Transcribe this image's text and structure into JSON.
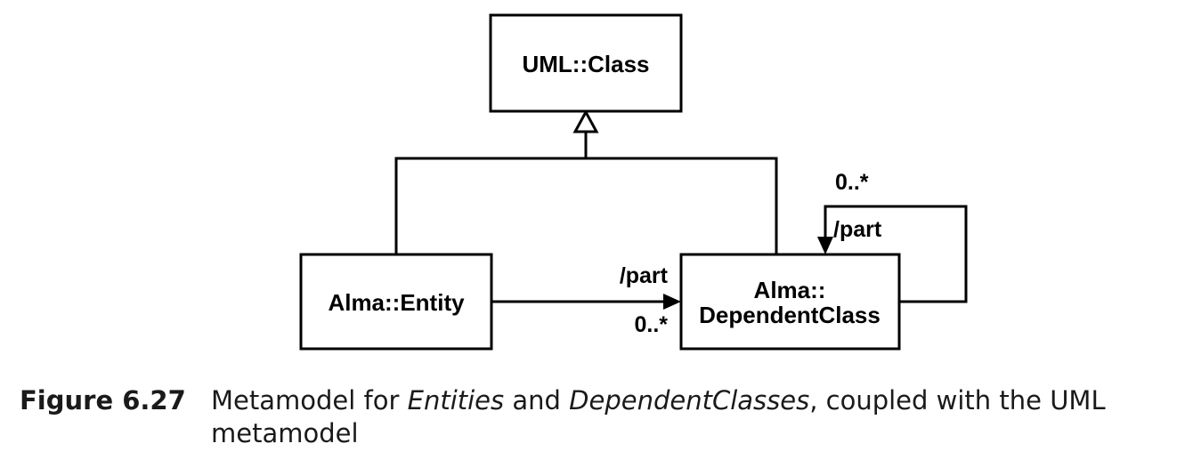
{
  "diagram": {
    "classes": {
      "uml_class": "UML::Class",
      "entity": "Alma::Entity",
      "dependent_line1": "Alma::",
      "dependent_line2": "DependentClass"
    },
    "associations": {
      "entity_to_dependent_role": "/part",
      "entity_to_dependent_multiplicity": "0..*",
      "self_role": "/part",
      "self_multiplicity": "0..*"
    }
  },
  "caption": {
    "label": "Figure 6.27",
    "text_part1": "Metamodel for ",
    "emph1": "Entities",
    "text_part2": " and ",
    "emph2": "DependentClasses",
    "text_part3": ", coupled with the UML metamodel"
  }
}
